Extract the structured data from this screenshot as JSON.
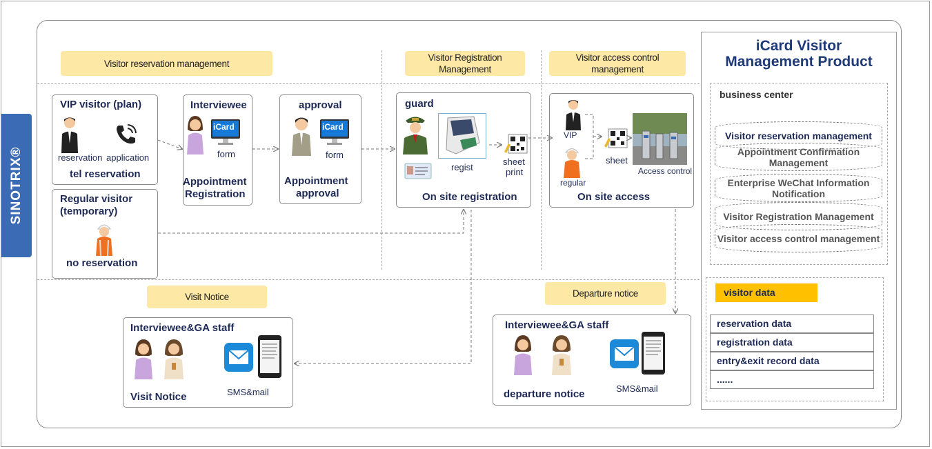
{
  "brand": "SINOTRIX®",
  "sections": {
    "reservation": "Visitor reservation management",
    "registration": "Visitor Registration Management",
    "access": "Visitor access control management",
    "visit_notice": "Visit Notice",
    "departure_notice": "Departure notice"
  },
  "vip": {
    "title": "VIP visitor  (plan)",
    "reservation": "reservation",
    "application": "application",
    "tel": "tel reservation"
  },
  "regular_visitor": {
    "title_line1": "Regular visitor",
    "title_line2": "(temporary)",
    "bottom": "no reservation"
  },
  "interviewee": {
    "title": "Interviewee",
    "icard": "iCard",
    "form": "form",
    "bottom_line1": "Appointment",
    "bottom_line2": "Registration"
  },
  "approval": {
    "title": "approval",
    "icard": "iCard",
    "form": "form",
    "bottom_line1": "Appointment",
    "bottom_line2": "approval"
  },
  "guard": {
    "title": "guard",
    "regist": "regist",
    "sheet_print_line1": "sheet",
    "sheet_print_line2": "print",
    "bottom": "On site registration"
  },
  "access": {
    "vip": "VIP",
    "regular": "regular",
    "sheet": "sheet",
    "access_control": "Access control",
    "bottom": "On site access"
  },
  "notice_left": {
    "title": "Interviewee&GA staff",
    "sms": "SMS&mail",
    "bottom": "Visit Notice"
  },
  "notice_right": {
    "title": "Interviewee&GA staff",
    "sms": "SMS&mail",
    "bottom": "departure notice"
  },
  "product": {
    "title_line1": "iCard Visitor",
    "title_line2": "Management Product",
    "business_center": "business center",
    "modules": [
      "Visitor reservation management",
      "Appointment Confirmation Management",
      "Enterprise WeChat Information Notification",
      "Visitor Registration Management",
      "Visitor access control management"
    ],
    "visitor_data": "visitor data",
    "data_rows": [
      "reservation data",
      "registration data",
      "entry&exit record data",
      "......"
    ]
  },
  "colors": {
    "brand": "#3c6bb5",
    "section_tag": "#fde8a6",
    "visitor_data_tag": "#ffc000",
    "title": "#1f3a78"
  }
}
